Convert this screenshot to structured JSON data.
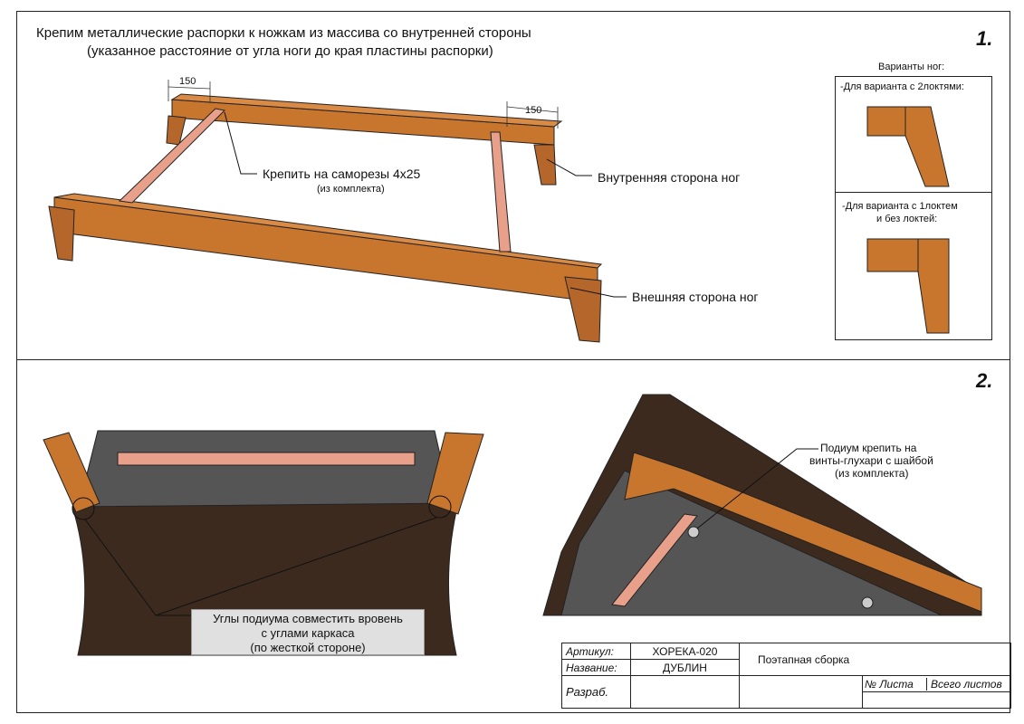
{
  "step1": {
    "number": "1.",
    "title_line1": "Крепим металлические распорки к ножкам из массива со внутренней стороны",
    "title_line2": "(указанное расстояние от угла ноги до края пластины распорки)",
    "dim_left": "150",
    "dim_right": "150",
    "screws_label": "Крепить на саморезы 4x25",
    "screws_note": "(из комплекта)",
    "inner_side_label": "Внутренняя сторона ног",
    "outer_side_label": "Внешняя сторона ног"
  },
  "variants": {
    "heading": "Варианты ног:",
    "variant1": "-Для варианта с 2локтями:",
    "variant2_line1": "-Для варианта с 1локтем",
    "variant2_line2": "и без локтей:"
  },
  "step2": {
    "number": "2.",
    "corners_line1": "Углы подиума совместить вровень",
    "corners_line2": "с углами каркаса",
    "corners_line3": "(по жесткой стороне)",
    "podium_line1": "Подиум крепить на",
    "podium_line2": "винты-глухари с шайбой",
    "podium_line3": "(из комплекта)"
  },
  "stamp": {
    "article_label": "Артикул:",
    "article_value": "ХОРЕКА-020",
    "name_label": "Название:",
    "name_value": "ДУБЛИН",
    "doc_title": "Поэтапная сборка",
    "developer_label": "Разраб.",
    "sheet_no_label": "№ Листа",
    "sheets_total_label": "Всего листов"
  },
  "colors": {
    "wood": "#c8752e",
    "wood_dark": "#9a5520",
    "metal": "#e8a08a",
    "upholstery": "#3d2a1e",
    "base": "#555555"
  }
}
